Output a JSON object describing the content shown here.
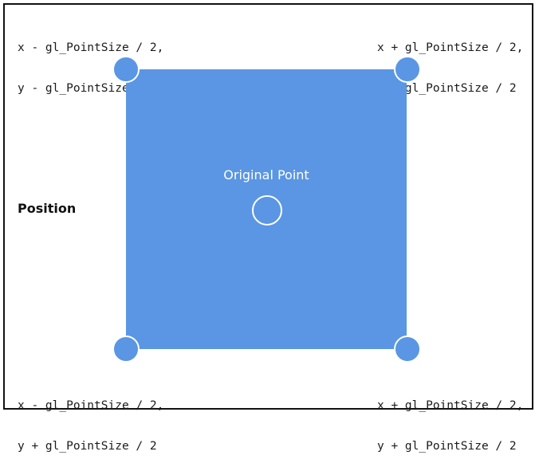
{
  "corners": {
    "top_left": {
      "line1": "x - gl_PointSize / 2,",
      "line2": "y - gl_PointSize / 2"
    },
    "top_right": {
      "line1": "x + gl_PointSize / 2,",
      "line2": "y - gl_PointSize / 2"
    },
    "bottom_left": {
      "line1": "x - gl_PointSize / 2,",
      "line2": "y + gl_PointSize / 2"
    },
    "bottom_right": {
      "line1": "x + gl_PointSize / 2,",
      "line2": "y + gl_PointSize / 2"
    }
  },
  "center": {
    "label": "Original Point"
  },
  "side_label": "Position",
  "colors": {
    "square": "#5a96e3",
    "outline": "#ffffff",
    "border": "#111111"
  }
}
